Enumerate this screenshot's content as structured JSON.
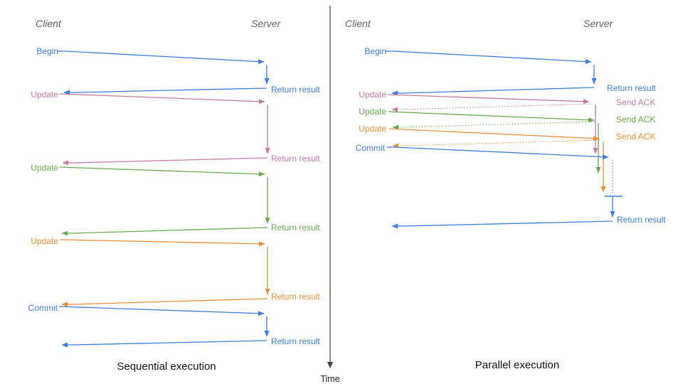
{
  "diagram": {
    "time_axis_label": "Time",
    "palette": {
      "blue": "#3e7cdb",
      "pink": "#c27ba0",
      "green": "#6aa84f",
      "orange": "#e69138",
      "header_gray": "#5f6368",
      "title_black": "#111111",
      "axis_gray": "#3c4043"
    },
    "panels": {
      "sequential": {
        "title": "Sequential execution",
        "client_header": "Client",
        "server_header": "Server",
        "steps": [
          {
            "request": "Begin",
            "response": "Return result",
            "color_name": "blue"
          },
          {
            "request": "Update",
            "response": "Return result",
            "color_name": "pink"
          },
          {
            "request": "Update",
            "response": "Return result",
            "color_name": "green"
          },
          {
            "request": "Update",
            "response": "Return result",
            "color_name": "orange"
          },
          {
            "request": "Commit",
            "response": "Return result",
            "color_name": "blue"
          }
        ]
      },
      "parallel": {
        "title": "Parallel execution",
        "client_header": "Client",
        "server_header": "Server",
        "steps": [
          {
            "request": "Begin",
            "response": "Return result",
            "color_name": "blue"
          },
          {
            "request": "Update",
            "response": "Send ACK",
            "color_name": "pink"
          },
          {
            "request": "Update",
            "response": "Send ACK",
            "color_name": "green"
          },
          {
            "request": "Update",
            "response": "Send ACK",
            "color_name": "orange"
          },
          {
            "request": "Commit",
            "response": "Return result",
            "color_name": "blue"
          }
        ]
      }
    }
  }
}
